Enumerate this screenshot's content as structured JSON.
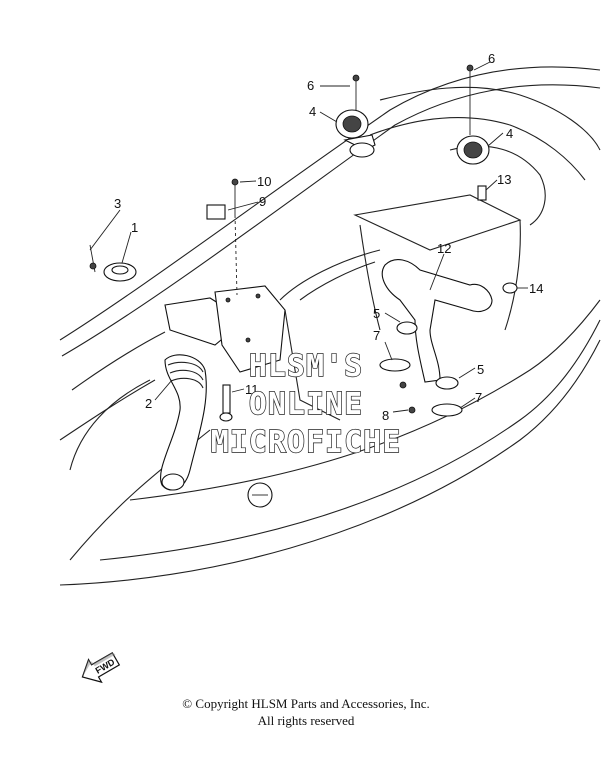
{
  "diagram": {
    "callouts": [
      "1",
      "2",
      "3",
      "4",
      "4",
      "5",
      "5",
      "6",
      "6",
      "7",
      "7",
      "8",
      "9",
      "10",
      "11",
      "12",
      "13",
      "14"
    ],
    "fwd_label": "FWD"
  },
  "watermark": {
    "line1": "HLSM'S",
    "line2": "ONLINE",
    "line3": "MICROFICHE"
  },
  "footer": {
    "copyright": "© Copyright HLSM Parts and Accessories, Inc.",
    "rights": "All rights reserved"
  }
}
